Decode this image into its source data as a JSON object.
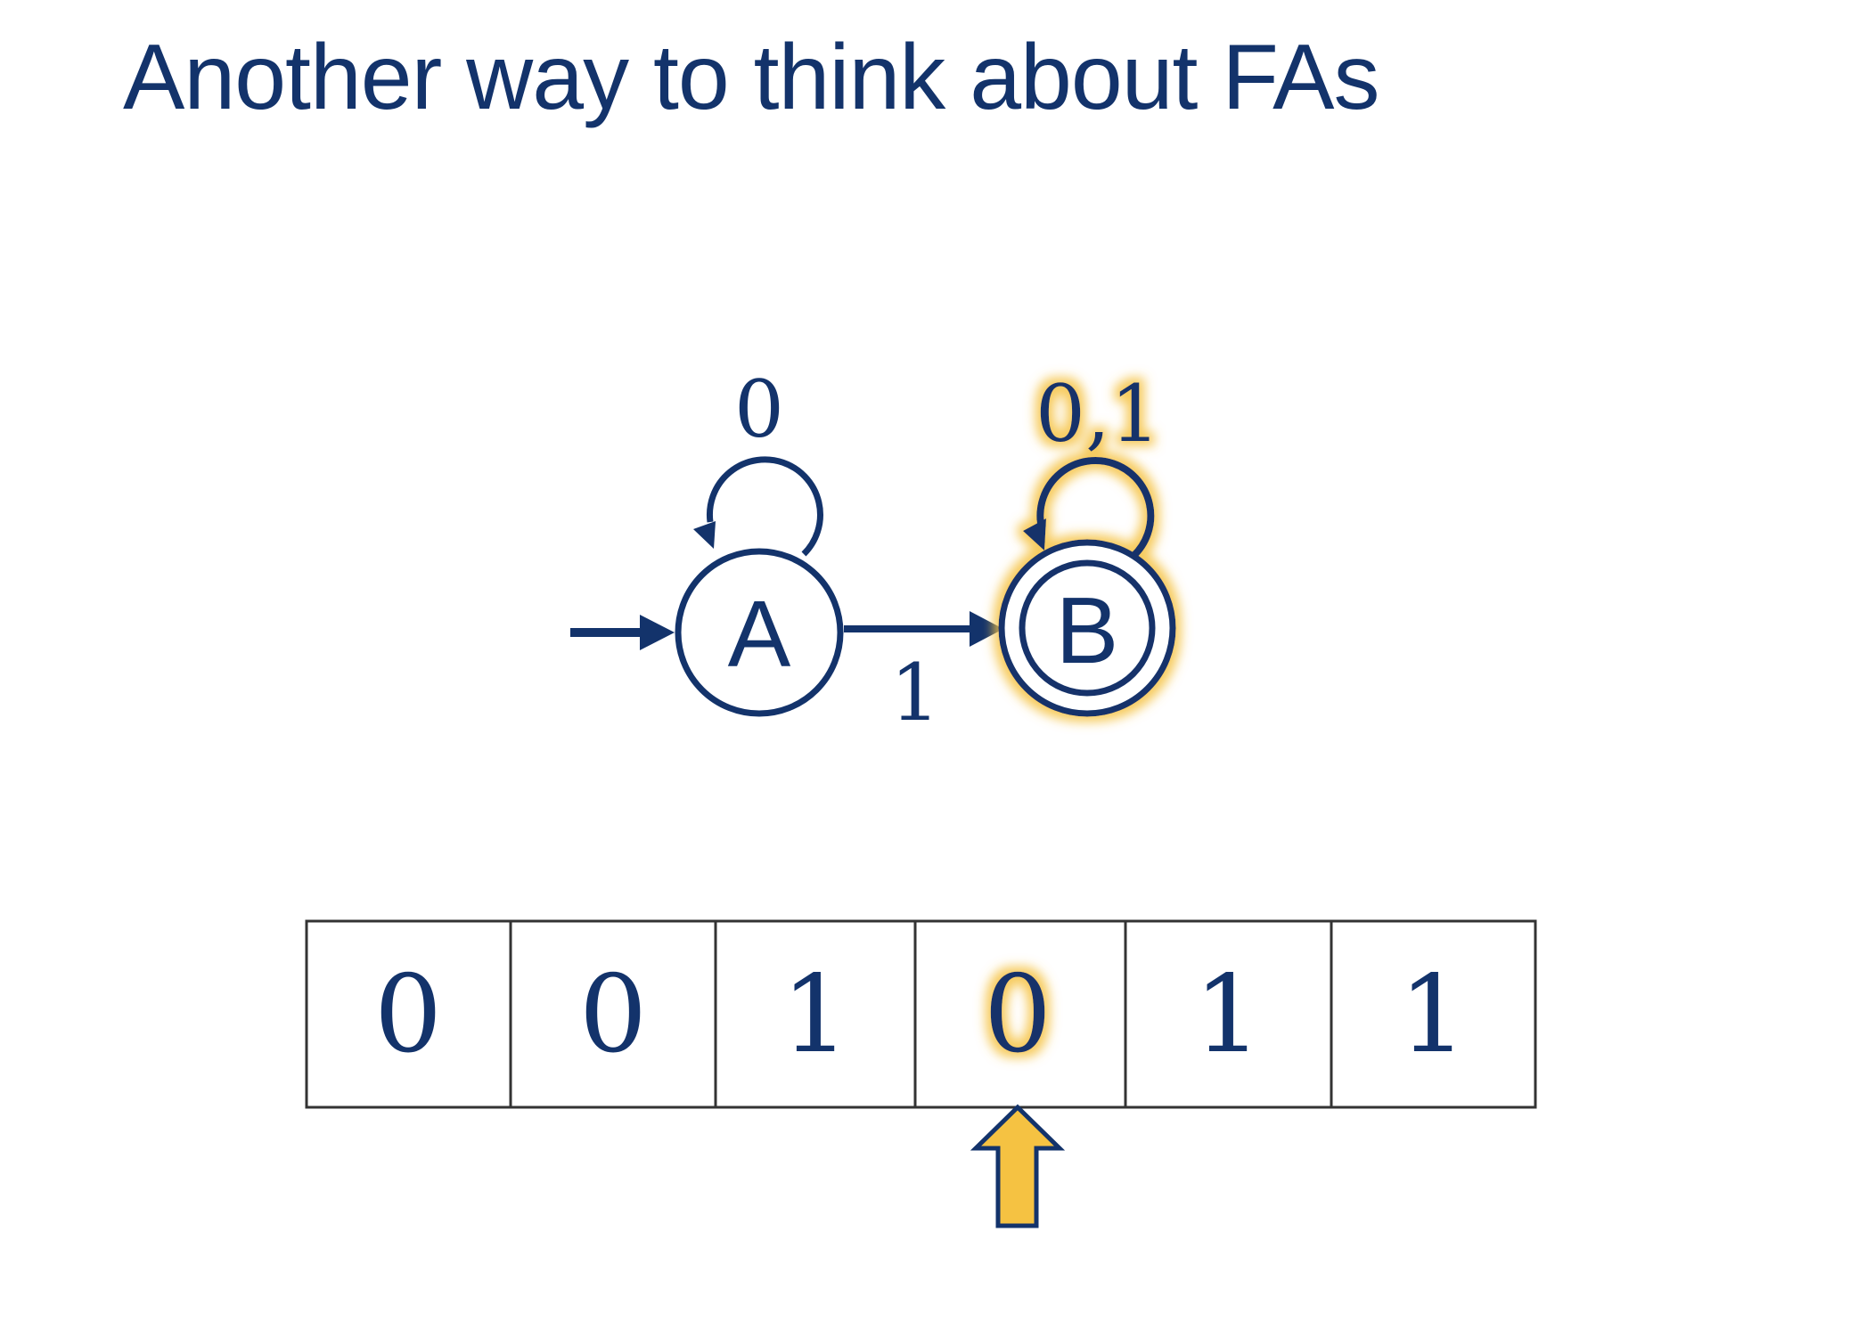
{
  "title": "Another way to think about FAs",
  "colors": {
    "navy": "#13336b",
    "highlight": "#f5c242"
  },
  "automaton": {
    "states": [
      {
        "label": "A",
        "start": true,
        "accepting": false,
        "active": false
      },
      {
        "label": "B",
        "start": false,
        "accepting": true,
        "active": true
      }
    ],
    "transitions": [
      {
        "from": "A",
        "to": "A",
        "label": "0",
        "active": false
      },
      {
        "from": "A",
        "to": "B",
        "label": "1",
        "active": false
      },
      {
        "from": "B",
        "to": "B",
        "label": "0,1",
        "active": true
      }
    ]
  },
  "tape": {
    "cells": [
      "0",
      "0",
      "1",
      "0",
      "1",
      "1"
    ],
    "head_index": 3
  }
}
